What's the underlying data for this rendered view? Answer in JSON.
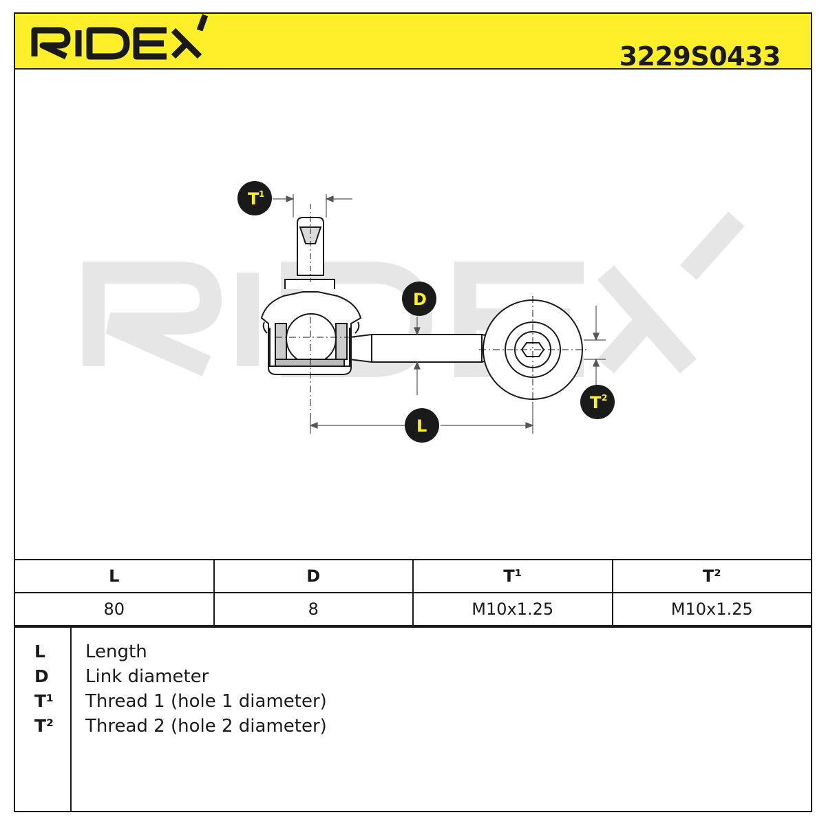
{
  "brand": {
    "name": "RIDEX",
    "color": "#ffef2a"
  },
  "part_number": "3229S0433",
  "diagram": {
    "callouts": {
      "t1": {
        "main": "T",
        "sup": "1"
      },
      "t2": {
        "main": "T",
        "sup": "2"
      },
      "d": {
        "main": "D"
      },
      "l": {
        "main": "L"
      }
    }
  },
  "specs": {
    "headers": [
      "L",
      "D",
      "T¹",
      "T²"
    ],
    "values": [
      "80",
      "8",
      "M10x1.25",
      "M10x1.25"
    ]
  },
  "legend": [
    {
      "key": "L",
      "desc": "Length"
    },
    {
      "key": "D",
      "desc": "Link diameter"
    },
    {
      "key": "T¹",
      "desc": "Thread 1 (hole 1 diameter)"
    },
    {
      "key": "T²",
      "desc": "Thread 2 (hole 2 diameter)"
    }
  ]
}
